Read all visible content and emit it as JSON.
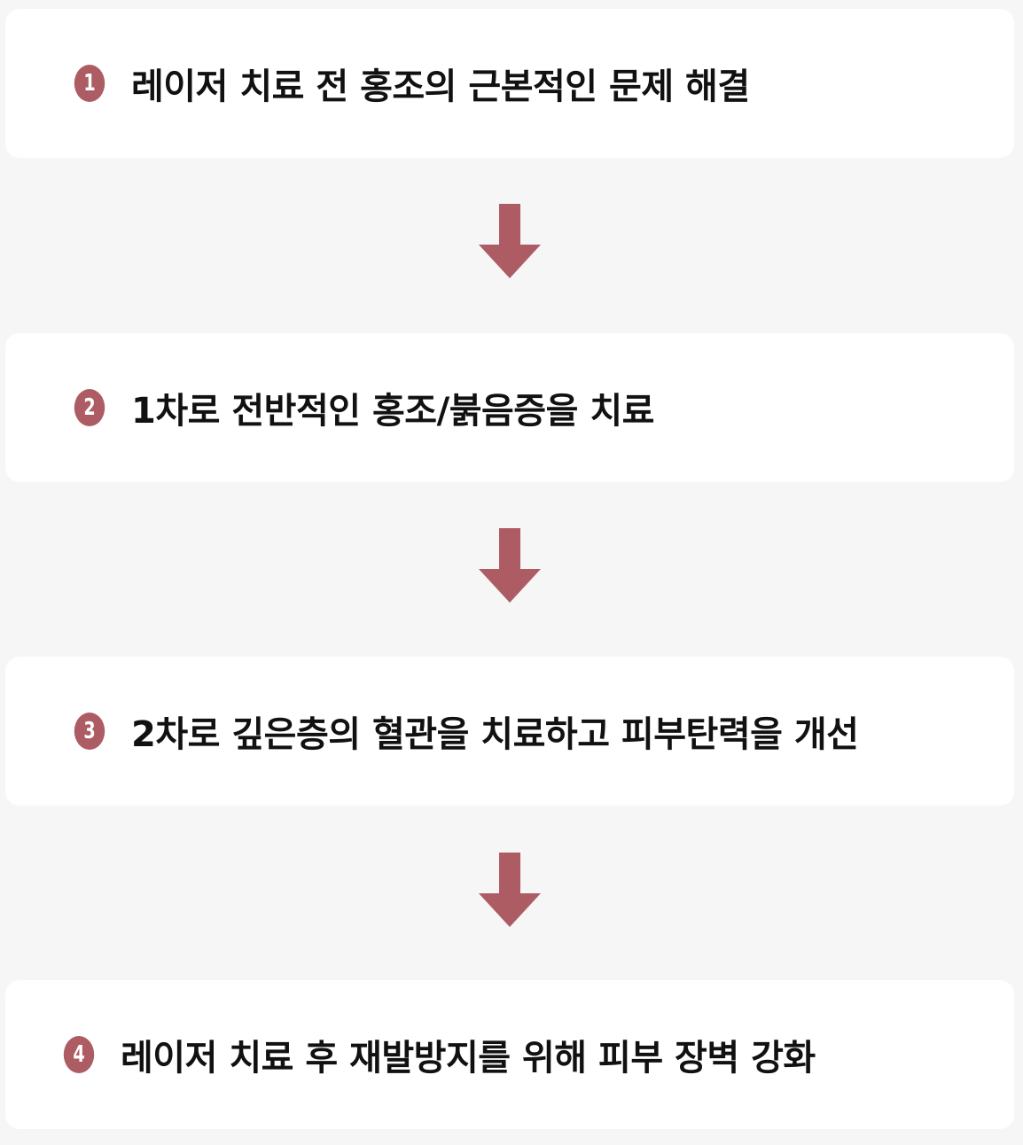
{
  "accent_color": "#ad5c63",
  "steps": [
    {
      "number": "1",
      "text": "레이저 치료 전 홍조의 근본적인 문제 해결"
    },
    {
      "number": "2",
      "text": "1차로 전반적인 홍조/붉음증을 치료"
    },
    {
      "number": "3",
      "text": "2차로 깊은층의 혈관을 치료하고 피부탄력을 개선"
    },
    {
      "number": "4",
      "text": "레이저 치료 후 재발방지를 위해 피부 장벽 강화"
    }
  ],
  "connectors": [
    {
      "icon": "arrow-down-icon"
    },
    {
      "icon": "arrow-down-icon"
    },
    {
      "icon": "arrow-down-icon"
    }
  ]
}
